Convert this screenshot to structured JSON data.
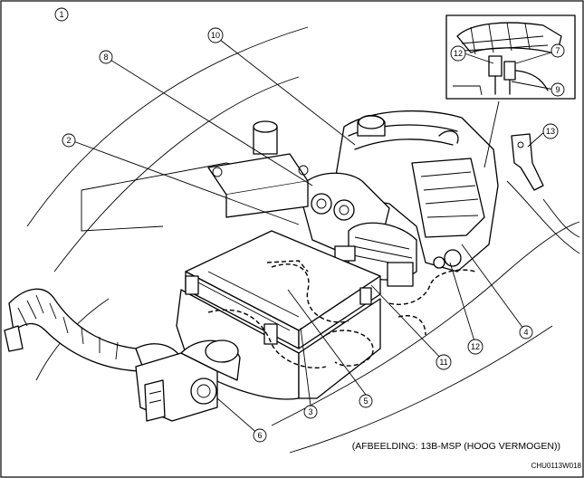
{
  "callouts": [
    "1",
    "2",
    "3",
    "4",
    "5",
    "6",
    "7",
    "8",
    "9",
    "10",
    "11",
    "12",
    "13"
  ],
  "caption": "(AFBEELDING: 13B-MSP (HOOG VERMOGEN))",
  "image_code": "CHU0113W018"
}
